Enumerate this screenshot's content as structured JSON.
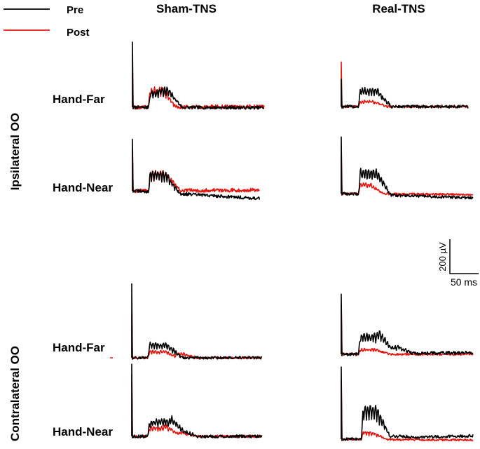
{
  "chart_data": {
    "type": "line",
    "legend": {
      "placement": "top-left",
      "entries": [
        {
          "label": "Pre",
          "color": "#000000"
        },
        {
          "label": "Post",
          "color": "#e8150f"
        }
      ]
    },
    "columns": [
      "Sham-TNS",
      "Real-TNS"
    ],
    "row_groups": [
      "Ipsilateral OO",
      "Contralateral OO"
    ],
    "row_labels": [
      "Hand-Far",
      "Hand-Near"
    ],
    "scale_bar": {
      "amplitude_label": "200 µV",
      "time_label": "50 ms"
    },
    "panels": [
      {
        "group": "Ipsilateral OO",
        "row": "Hand-Far",
        "column": "Sham-TNS",
        "series": [
          {
            "name": "Pre",
            "color": "#000000",
            "artifact_uV": 380,
            "baseline_uV": 0,
            "burst": [
              {
                "start_ms": 28,
                "end_ms": 62,
                "amp_uV": 95
              },
              {
                "start_ms": 45,
                "end_ms": 62,
                "amp_uV": 20
              }
            ],
            "end_uV": -2,
            "noise_uV": 9
          },
          {
            "name": "Post",
            "color": "#e8150f",
            "artifact_uV": 200,
            "baseline_uV": 0,
            "burst": [
              {
                "start_ms": 28,
                "end_ms": 48,
                "amp_uV": 110
              },
              {
                "start_ms": 48,
                "end_ms": 56,
                "amp_uV": 30
              }
            ],
            "end_uV": 5,
            "noise_uV": 11
          }
        ]
      },
      {
        "group": "Ipsilateral OO",
        "row": "Hand-Far",
        "column": "Real-TNS",
        "series": [
          {
            "name": "Pre",
            "color": "#000000",
            "artifact_uV": 160,
            "baseline_uV": 0,
            "burst": [
              {
                "start_ms": 30,
                "end_ms": 62,
                "amp_uV": 105
              }
            ],
            "end_uV": 0,
            "noise_uV": 9
          },
          {
            "name": "Post",
            "color": "#e8150f",
            "artifact_uV": 260,
            "baseline_uV": 0,
            "burst": [
              {
                "start_ms": 30,
                "end_ms": 55,
                "amp_uV": 35
              }
            ],
            "end_uV": 0,
            "noise_uV": 6
          }
        ]
      },
      {
        "group": "Ipsilateral OO",
        "row": "Hand-Near",
        "column": "Sham-TNS",
        "series": [
          {
            "name": "Pre",
            "color": "#000000",
            "artifact_uV": 300,
            "baseline_uV": 0,
            "burst": [
              {
                "start_ms": 28,
                "end_ms": 58,
                "amp_uV": 120
              }
            ],
            "end_uV": -45,
            "noise_uV": 9
          },
          {
            "name": "Post",
            "color": "#e8150f",
            "artifact_uV": 240,
            "baseline_uV": 0,
            "burst": [
              {
                "start_ms": 28,
                "end_ms": 58,
                "amp_uV": 110
              }
            ],
            "end_uV": 5,
            "noise_uV": 11
          }
        ]
      },
      {
        "group": "Ipsilateral OO",
        "row": "Hand-Near",
        "column": "Real-TNS",
        "series": [
          {
            "name": "Pre",
            "color": "#000000",
            "artifact_uV": 330,
            "baseline_uV": 0,
            "burst": [
              {
                "start_ms": 30,
                "end_ms": 62,
                "amp_uV": 145
              }
            ],
            "end_uV": -25,
            "noise_uV": 8
          },
          {
            "name": "Post",
            "color": "#e8150f",
            "artifact_uV": 220,
            "baseline_uV": 0,
            "burst": [
              {
                "start_ms": 30,
                "end_ms": 50,
                "amp_uV": 60
              }
            ],
            "end_uV": -5,
            "noise_uV": 6
          }
        ]
      },
      {
        "group": "Contralateral OO",
        "row": "Hand-Far",
        "column": "Sham-TNS",
        "series": [
          {
            "name": "Pre",
            "color": "#000000",
            "artifact_uV": 430,
            "baseline_uV": 0,
            "burst": [
              {
                "start_ms": 28,
                "end_ms": 62,
                "amp_uV": 85
              }
            ],
            "end_uV": 0,
            "noise_uV": 8
          },
          {
            "name": "Post",
            "color": "#e8150f",
            "artifact_uV": 250,
            "baseline_uV": 0,
            "burst": [
              {
                "start_ms": 28,
                "end_ms": 58,
                "amp_uV": 40
              },
              {
                "start_ms": 76,
                "end_ms": 90,
                "amp_uV": 25
              }
            ],
            "end_uV": 0,
            "noise_uV": 6
          }
        ]
      },
      {
        "group": "Contralateral OO",
        "row": "Hand-Far",
        "column": "Real-TNS",
        "series": [
          {
            "name": "Pre",
            "color": "#000000",
            "artifact_uV": 350,
            "baseline_uV": 0,
            "burst": [
              {
                "start_ms": 30,
                "end_ms": 62,
                "amp_uV": 115
              },
              {
                "start_ms": 62,
                "end_ms": 100,
                "amp_uV": 40
              }
            ],
            "end_uV": 10,
            "noise_uV": 9
          },
          {
            "name": "Post",
            "color": "#e8150f",
            "artifact_uV": 290,
            "baseline_uV": 0,
            "burst": [
              {
                "start_ms": 30,
                "end_ms": 60,
                "amp_uV": 30
              }
            ],
            "end_uV": 0,
            "noise_uV": 6
          }
        ]
      },
      {
        "group": "Contralateral OO",
        "row": "Hand-Near",
        "column": "Sham-TNS",
        "series": [
          {
            "name": "Pre",
            "color": "#000000",
            "artifact_uV": 420,
            "baseline_uV": 0,
            "burst": [
              {
                "start_ms": 28,
                "end_ms": 65,
                "amp_uV": 95
              },
              {
                "start_ms": 65,
                "end_ms": 90,
                "amp_uV": 35
              }
            ],
            "end_uV": 0,
            "noise_uV": 9
          },
          {
            "name": "Post",
            "color": "#e8150f",
            "artifact_uV": 360,
            "baseline_uV": 0,
            "burst": [
              {
                "start_ms": 28,
                "end_ms": 55,
                "amp_uV": 55
              },
              {
                "start_ms": 55,
                "end_ms": 90,
                "amp_uV": 20
              }
            ],
            "end_uV": 0,
            "noise_uV": 7
          }
        ]
      },
      {
        "group": "Contralateral OO",
        "row": "Hand-Near",
        "column": "Real-TNS",
        "series": [
          {
            "name": "Pre",
            "color": "#000000",
            "artifact_uV": 420,
            "baseline_uV": 0,
            "burst": [
              {
                "start_ms": 35,
                "end_ms": 60,
                "amp_uV": 190
              },
              {
                "start_ms": 60,
                "end_ms": 105,
                "amp_uV": 10
              }
            ],
            "end_uV": 20,
            "noise_uV": 8
          },
          {
            "name": "Post",
            "color": "#e8150f",
            "artifact_uV": 340,
            "baseline_uV": 0,
            "burst": [
              {
                "start_ms": 35,
                "end_ms": 55,
                "amp_uV": 45
              }
            ],
            "end_uV": -5,
            "noise_uV": 6
          }
        ]
      }
    ]
  }
}
